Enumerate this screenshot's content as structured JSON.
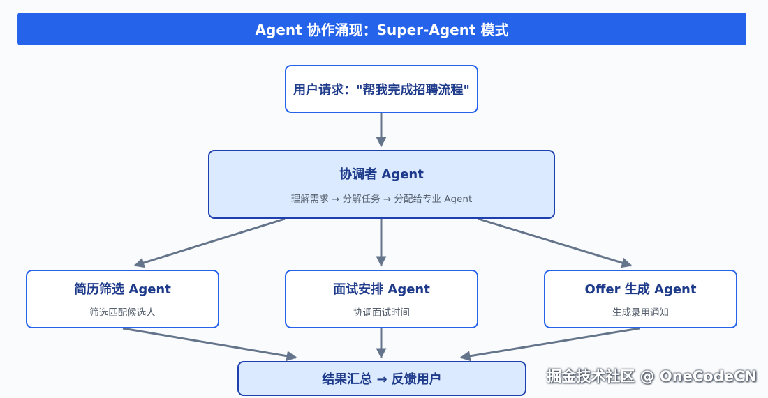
{
  "title": "Agent 协作涌现：Super-Agent 模式",
  "user_request": {
    "label": "用户请求：\"帮我完成招聘流程\""
  },
  "coordinator": {
    "title": "协调者 Agent",
    "subtitle": "理解需求 → 分解任务 → 分配给专业 Agent"
  },
  "agents": [
    {
      "title": "简历筛选 Agent",
      "subtitle": "筛选匹配候选人"
    },
    {
      "title": "面试安排 Agent",
      "subtitle": "协调面试时间"
    },
    {
      "title": "Offer 生成 Agent",
      "subtitle": "生成录用通知"
    }
  ],
  "result": {
    "label": "结果汇总 → 反馈用户"
  },
  "watermark": "掘金技术社区 @ OneCodeCN",
  "colors": {
    "accent": "#2563eb",
    "node_dark_border": "#1e40af",
    "node_light_fill": "#dbeafe",
    "arrow": "#64748b"
  }
}
